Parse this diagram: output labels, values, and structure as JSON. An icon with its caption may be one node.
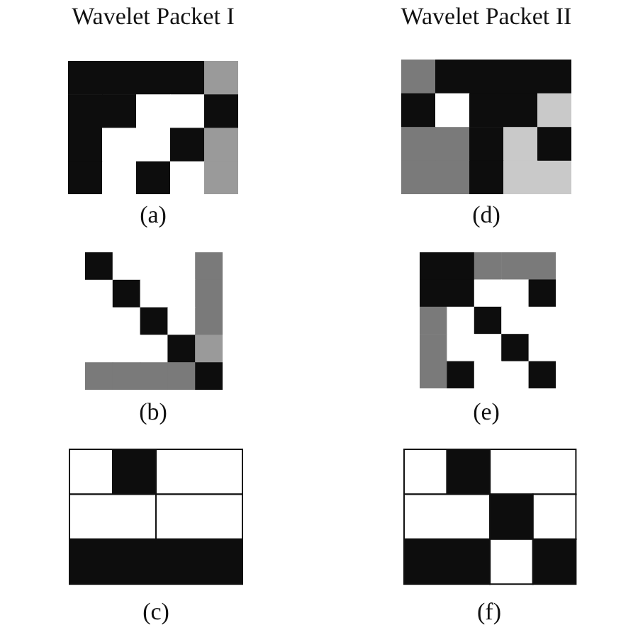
{
  "diagram": {
    "labels": [
      "Wavelet Packet I",
      "Wavelet Packet II",
      "(a)",
      "(d)",
      "(b)",
      "(e)",
      "(c)",
      "(f)"
    ]
  }
}
